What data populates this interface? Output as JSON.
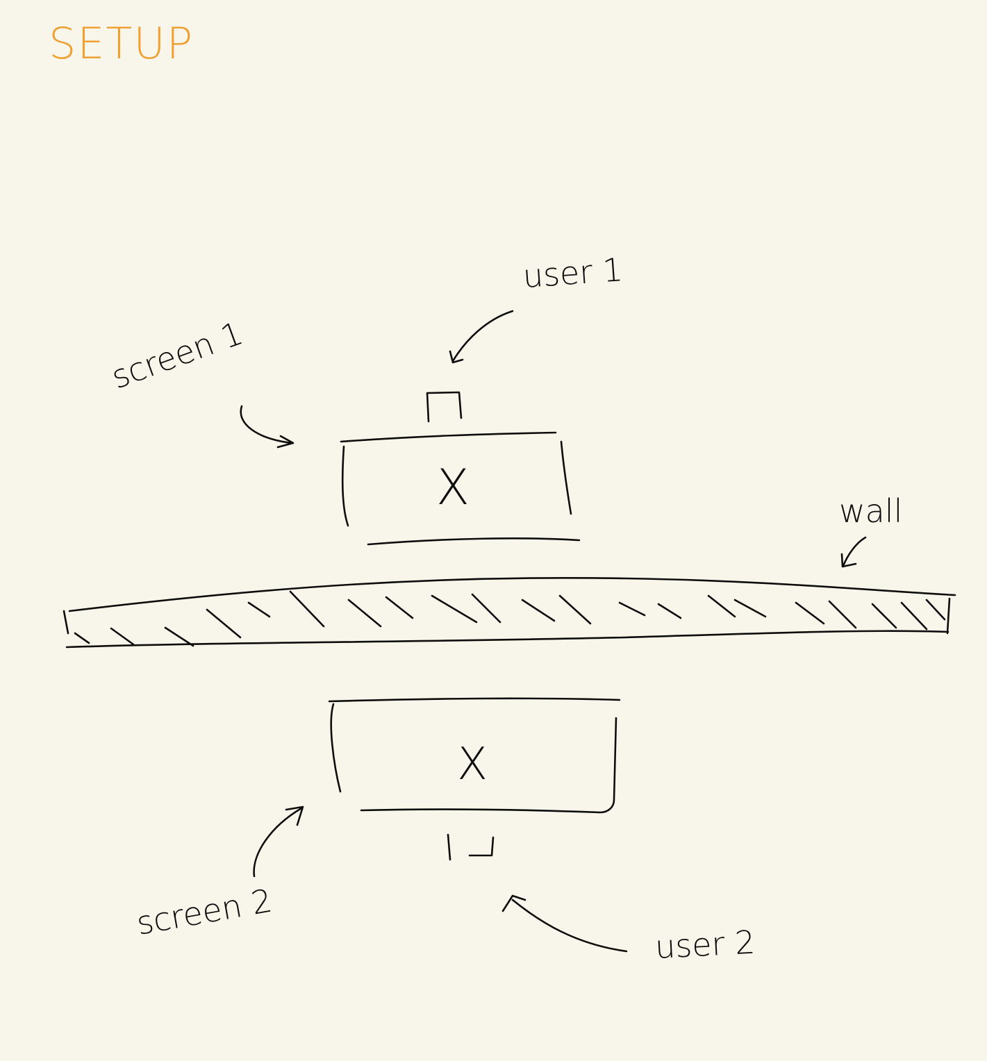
{
  "page": {
    "title": "SETUP",
    "title_color": "#f0a030",
    "background_color": "#f8f6eb",
    "ink_color": "#0d0d0d"
  },
  "labels": {
    "user1": "user 1",
    "user2": "user 2",
    "screen1": "screen 1",
    "screen2": "screen 2",
    "wall": "wall",
    "screen1_mark": "X",
    "screen2_mark": "X"
  }
}
